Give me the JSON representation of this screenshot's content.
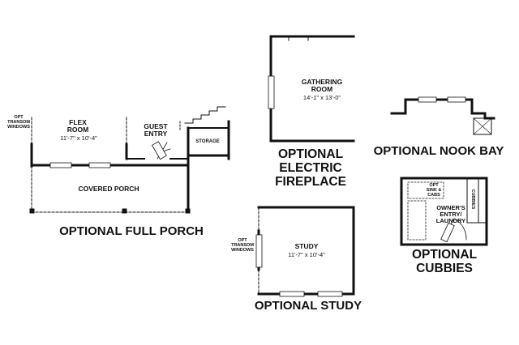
{
  "full_porch": {
    "opt_transom": "OPT\nTRANSOM\nWINDOWS",
    "flex_room": "FLEX\nROOM",
    "flex_dim": "11'-7\" x 10'-4\"",
    "guest_entry": "GUEST\nENTRY",
    "storage": "STORAGE",
    "covered_porch": "COVERED PORCH",
    "caption": "OPTIONAL FULL PORCH"
  },
  "fireplace": {
    "room": "GATHERING\nROOM",
    "dim": "14'-1\" x 13'-0\"",
    "caption": "OPTIONAL\nELECTRIC\nFIREPLACE"
  },
  "nook_bay": {
    "caption": "OPTIONAL NOOK BAY"
  },
  "cubbies": {
    "opt_sink": "OPT\nSINK &\nCABS",
    "cubbies_label": "CUBBIES",
    "room": "OWNER'S\nENTRY/\nLAUNDRY",
    "caption": "OPTIONAL\nCUBBIES"
  },
  "study": {
    "opt_transom": "OPT\nTRANSOM\nWINDOWS",
    "room": "STUDY",
    "dim": "11'-7\" x 10'-4\"",
    "caption": "OPTIONAL STUDY"
  }
}
